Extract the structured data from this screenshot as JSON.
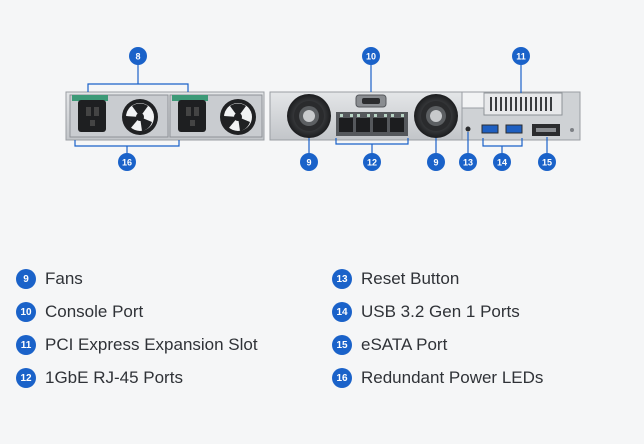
{
  "badges": {
    "b8": "8",
    "b9a": "9",
    "b9b": "9",
    "b10": "10",
    "b11": "11",
    "b12": "12",
    "b13": "13",
    "b14": "14",
    "b15": "15",
    "b16": "16"
  },
  "legend": [
    {
      "number": "9",
      "label": "Fans"
    },
    {
      "number": "10",
      "label": "Console Port"
    },
    {
      "number": "11",
      "label": "PCI Express Expansion Slot"
    },
    {
      "number": "12",
      "label": "1GbE RJ-45 Ports"
    },
    {
      "number": "13",
      "label": "Reset Button"
    },
    {
      "number": "14",
      "label": "USB 3.2 Gen 1 Ports"
    },
    {
      "number": "15",
      "label": "eSATA Port"
    },
    {
      "number": "16",
      "label": "Redundant Power LEDs"
    }
  ],
  "colors": {
    "badge": "#1a62c9",
    "callout_line": "#1a62c9",
    "chassis": "#d3d5d8",
    "led_green": "#3d9a78",
    "background": "#f5f6f7"
  },
  "icons": [
    "fan-icon",
    "power-socket-icon",
    "rj45-port-icon",
    "usb-port-icon",
    "vga-console-icon",
    "esata-port-icon"
  ]
}
